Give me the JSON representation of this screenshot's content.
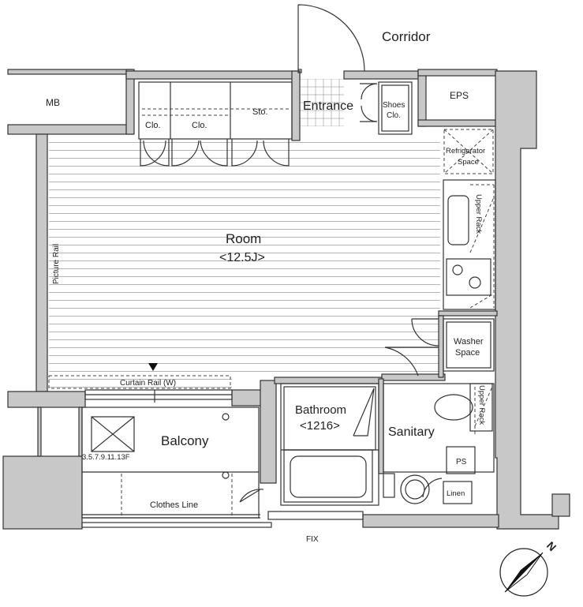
{
  "labels": {
    "corridor": "Corridor",
    "mb": "MB",
    "eps": "EPS",
    "entrance": "Entrance",
    "shoes": "Shoes",
    "shoes2": "Clo.",
    "clo1": "Clo.",
    "clo2": "Clo.",
    "sto": "Sto.",
    "refrigerator1": "Refrigerator",
    "refrigerator2": "Space",
    "upper_rack_kitchen": "Upper Rack",
    "picture_rail": "Picture Rail",
    "room": "Room",
    "room_size": "<12.5J>",
    "washer1": "Washer",
    "washer2": "Space",
    "curtain_rail": "Curtain Rail (W)",
    "balcony": "Balcony",
    "hatch": "3.5.7.9.11.13F",
    "clothes_line": "Clothes Line",
    "bathroom": "Bathroom",
    "bath_size": "<1216>",
    "sanitary": "Sanitary",
    "upper_rack_sanitary": "Upper Rack",
    "ps": "PS",
    "linen": "Linen",
    "fix": "FIX",
    "north": "N"
  }
}
